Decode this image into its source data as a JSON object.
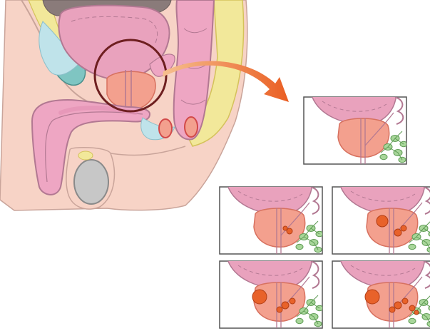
{
  "title": "",
  "colors": {
    "skin": "#f7d3c6",
    "skin_outline": "#c9a49a",
    "bladder": "#e9a2bd",
    "bladder_outline": "#b27892",
    "prostate": "#f3a08e",
    "prostate_outline": "#d7715f",
    "vesicle": "#a8d69a",
    "vesicle_outline": "#5f9c55",
    "fat": "#f2e89a",
    "fat_outline": "#d4c25a",
    "teal": "#7fc5c2",
    "teal_outline": "#4a8f8c",
    "bone": "#8a7b7a",
    "testis": "#c7c7c7",
    "tumor": "#e8622a",
    "tumor_outline": "#b23d14",
    "circle": "#6e1f20",
    "arrow_start": "#f6c08f",
    "arrow_end": "#ea5e23",
    "panel_border": "#555555"
  },
  "stages": [
    {
      "id": "normal",
      "tumors": 0
    },
    {
      "id": "stage-1",
      "tumors": 2
    },
    {
      "id": "stage-2",
      "tumors": 3
    },
    {
      "id": "stage-3",
      "tumors": 4
    },
    {
      "id": "stage-4",
      "tumors": 6
    }
  ]
}
